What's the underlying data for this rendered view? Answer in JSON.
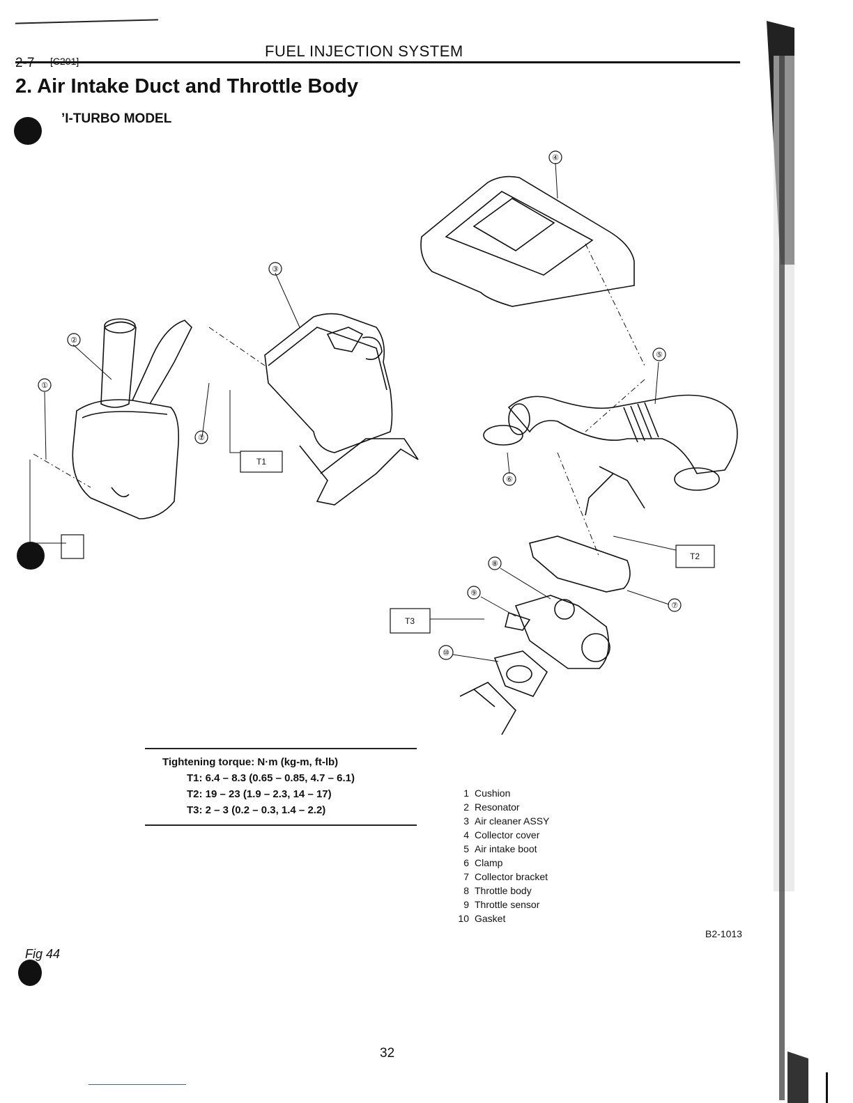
{
  "header": {
    "section_number": "2-7",
    "section_code": "[C201]",
    "title": "FUEL INJECTION SYSTEM"
  },
  "section_title": "2. Air Intake Duct and Throttle Body",
  "model_title": "’I-TURBO MODEL",
  "diagram": {
    "callouts": [
      "①",
      "②",
      "③",
      "④",
      "⑤",
      "⑥",
      "⑦",
      "⑧",
      "⑨",
      "⑩"
    ],
    "torque_tags": [
      "T1",
      "T2",
      "T3"
    ]
  },
  "torque": {
    "heading": "Tightening torque:  N·m (kg-m, ft-lb)",
    "lines": [
      "T1: 6.4 – 8.3 (0.65 – 0.85, 4.7 – 6.1)",
      "T2: 19 – 23 (1.9 – 2.3, 14 – 17)",
      "T3: 2 – 3 (0.2 – 0.3, 1.4 – 2.2)"
    ]
  },
  "legend": [
    {
      "num": "1",
      "label": "Cushion"
    },
    {
      "num": "2",
      "label": "Resonator"
    },
    {
      "num": "3",
      "label": "Air cleaner ASSY"
    },
    {
      "num": "4",
      "label": "Collector cover"
    },
    {
      "num": "5",
      "label": "Air intake boot"
    },
    {
      "num": "6",
      "label": "Clamp"
    },
    {
      "num": "7",
      "label": "Collector bracket"
    },
    {
      "num": "8",
      "label": "Throttle body"
    },
    {
      "num": "9",
      "label": "Throttle sensor"
    },
    {
      "num": "10",
      "label": "Gasket"
    }
  ],
  "figure_id": "B2-1013",
  "figure_label": "Fig  44",
  "page_number": "32"
}
